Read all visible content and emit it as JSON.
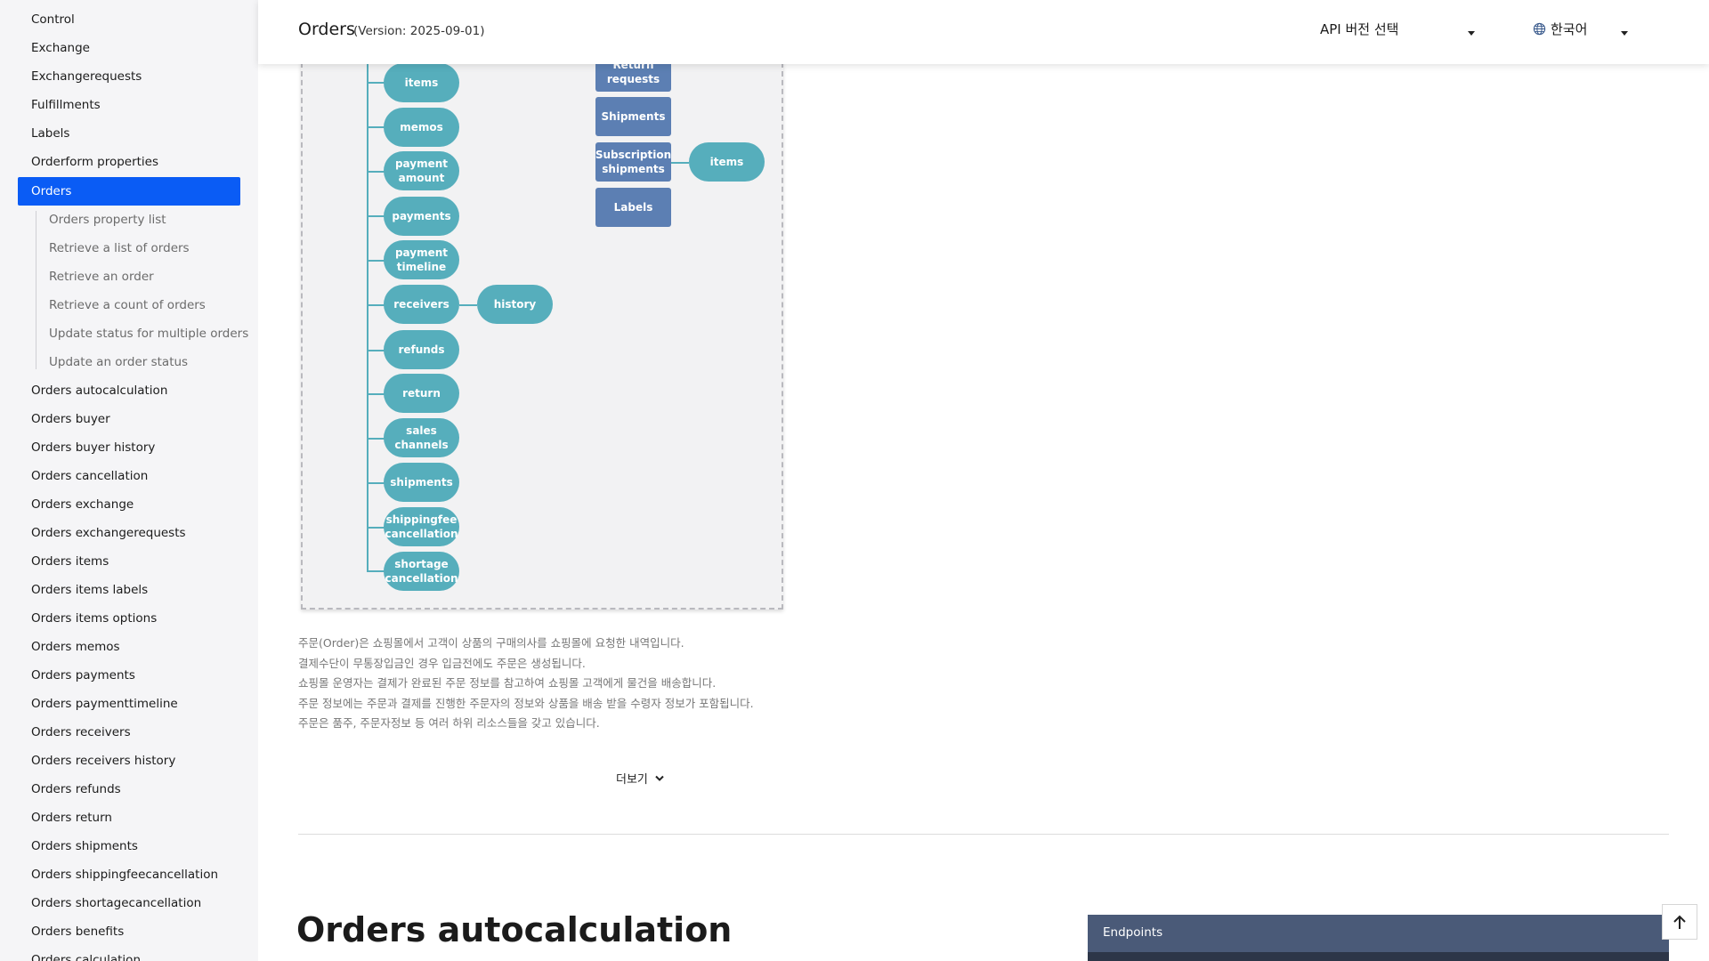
{
  "sidebar": {
    "items": [
      {
        "label": "Control"
      },
      {
        "label": "Exchange"
      },
      {
        "label": "Exchangerequests"
      },
      {
        "label": "Fulfillments"
      },
      {
        "label": "Labels"
      },
      {
        "label": "Orderform properties"
      },
      {
        "label": "Orders",
        "active": true
      },
      {
        "label": "Orders autocalculation"
      },
      {
        "label": "Orders buyer"
      },
      {
        "label": "Orders buyer history"
      },
      {
        "label": "Orders cancellation"
      },
      {
        "label": "Orders exchange"
      },
      {
        "label": "Orders exchangerequests"
      },
      {
        "label": "Orders items"
      },
      {
        "label": "Orders items labels"
      },
      {
        "label": "Orders items options"
      },
      {
        "label": "Orders memos"
      },
      {
        "label": "Orders payments"
      },
      {
        "label": "Orders paymenttimeline"
      },
      {
        "label": "Orders receivers"
      },
      {
        "label": "Orders receivers history"
      },
      {
        "label": "Orders refunds"
      },
      {
        "label": "Orders return"
      },
      {
        "label": "Orders shipments"
      },
      {
        "label": "Orders shippingfeecancellation"
      },
      {
        "label": "Orders shortagecancellation"
      },
      {
        "label": "Orders benefits"
      },
      {
        "label": "Orders calculation"
      }
    ],
    "subitems": [
      {
        "label": "Orders property list"
      },
      {
        "label": "Retrieve a list of orders"
      },
      {
        "label": "Retrieve an order"
      },
      {
        "label": "Retrieve a count of orders"
      },
      {
        "label": "Update status for multiple orders"
      },
      {
        "label": "Update an order status"
      }
    ]
  },
  "header": {
    "title": "Orders",
    "version": "(Version: 2025-09-01)",
    "api_select": "API 버전 선택",
    "language": "한국어"
  },
  "diagram": {
    "left_pills": [
      "items",
      "memos",
      "payment amount",
      "payments",
      "payment timeline",
      "receivers",
      "refunds",
      "return",
      "sales channels",
      "shipments",
      "shippingfee cancellation",
      "shortage cancellation"
    ],
    "receivers_child": "history",
    "right_boxes": [
      "Return requests",
      "Shipments",
      "Subscription shipments",
      "Labels"
    ],
    "subscription_child": "items"
  },
  "description": {
    "lines": [
      "주문(Order)은 쇼핑몰에서 고객이 상품의 구매의사를 쇼핑몰에 요청한 내역입니다.",
      "결제수단이 무통장입금인 경우 입금전에도 주문은 생성됩니다.",
      "쇼핑몰 운영자는 결제가 완료된 주문 정보를 참고하여 쇼핑몰 고객에게 물건을 배송합니다.",
      "주문 정보에는 주문과 결제를 진행한 주문자의 정보와 상품을 배송 받을 수령자 정보가 포함됩니다.",
      "주문은 품주, 주문자정보 등 여러 하위 리소스들을 갖고 있습니다."
    ],
    "more": "더보기"
  },
  "section": {
    "title": "Orders autocalculation",
    "endpoints_label": "Endpoints"
  },
  "colors": {
    "active": "#0a5cf5",
    "pill": "#56aebc",
    "box": "#5c7fb3",
    "endpoints": "#4a5a78"
  }
}
